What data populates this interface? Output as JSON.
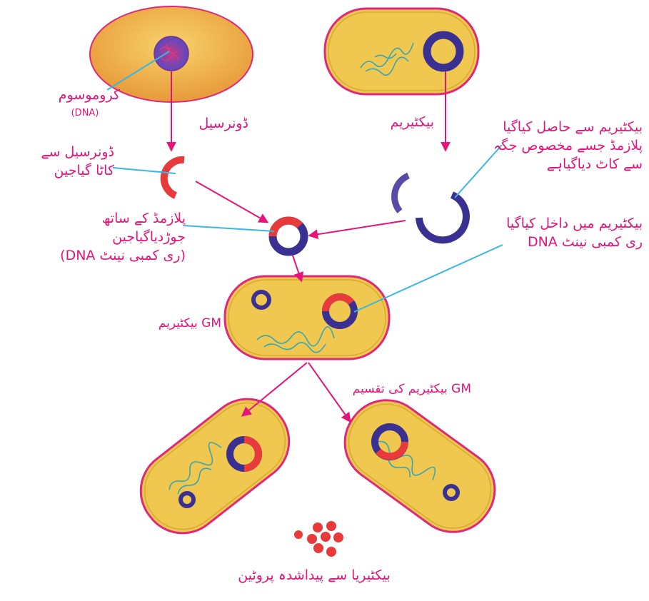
{
  "labels": {
    "chromosome": {
      "urdu": "کروموسوم",
      "dna": "(DNA)"
    },
    "donor_cell": "ڈونرسیل",
    "bacterium": "بیکٹیریم",
    "gene_cut": {
      "line1": "ڈونرسیل سے",
      "line2": "کاٹا گیاجین"
    },
    "plasmid_obtained": {
      "line1": "بیکٹیریم سے حاصل کیاگیا",
      "line2": "پلازمڈ جسے مخصوص جگہ",
      "line3": "سے کاٹ دیاگیاہے"
    },
    "joined_gene": {
      "line1": "پلازمڈ کے ساتھ",
      "line2": "جوڑدیاگیاجین",
      "line3": "(ری کمبی نینٹ DNA)"
    },
    "inserted": {
      "line1": "بیکٹیریم میں داخل کیاگیا",
      "line2": "ری کمبی نینٹ DNA"
    },
    "gm_bacterium": "GM بیکٹیریم",
    "gm_division": "GM بیکٹیریم کی تقسیم",
    "protein": "بیکٹیریا سے پیداشدہ پروٹین"
  },
  "colors": {
    "label_text": "#e5147a",
    "arrow": "#e5147a",
    "pointer_line": "#3ab6e3",
    "cell_fill": "#f0c850",
    "cell_border": "#e0287a",
    "plasmid": "#3a3092",
    "gene": "#e83a3a",
    "dna_strand": "#3aa5b0"
  }
}
